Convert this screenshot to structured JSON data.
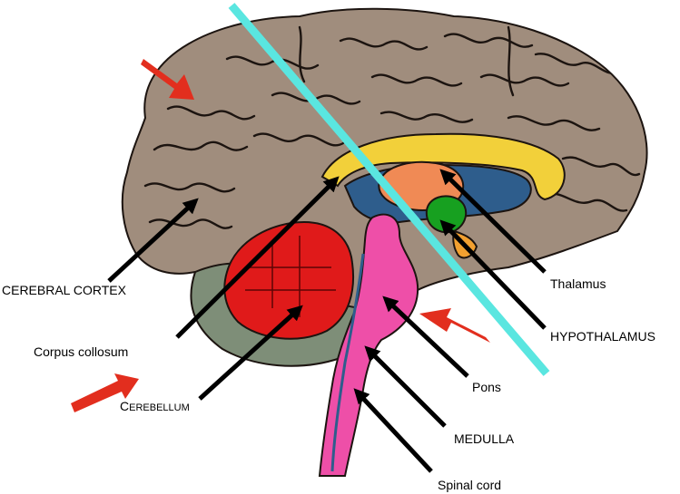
{
  "labels": {
    "cerebral_cortex": "CEREBRAL CORTEX",
    "corpus_collosum": "Corpus collosum",
    "cerebellum_first": "C",
    "cerebellum_rest": "EREBELLUM",
    "thalamus": "Thalamus",
    "hypothalamus": "HYPOTHALAMUS",
    "pons": "Pons",
    "medulla": "MEDULLA",
    "spinal_cord": "Spinal cord"
  },
  "colors": {
    "cortex": "#a08d7d",
    "cortex_sulcus": "#1c1410",
    "corpus_callosum": "#f2d03a",
    "ventricle": "#2e5d8c",
    "thalamus": "#f08a55",
    "hypothalamus": "#17a020",
    "cerebellum": "#e01a1a",
    "brainstem": "#ee4fa8",
    "cerebellum_bg": "#7e8e78",
    "cut_line": "#5ae6e0",
    "red_arrow": "#e22e1e",
    "pointer": "#000000"
  },
  "icons": [
    "pointer-arrow-icon",
    "red-arrow-icon"
  ]
}
